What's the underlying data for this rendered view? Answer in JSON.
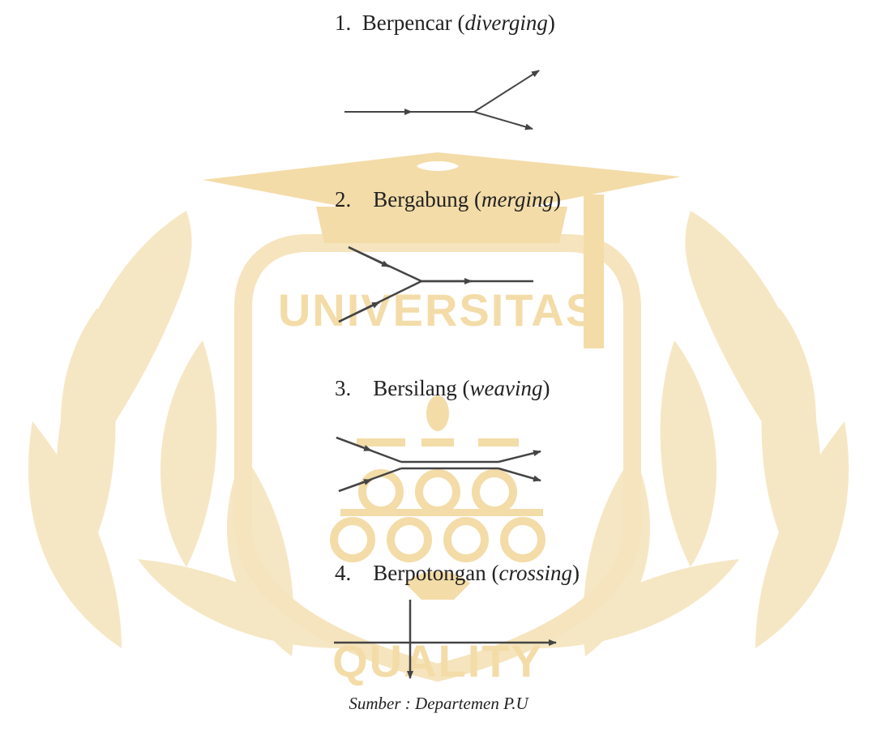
{
  "items": [
    {
      "number": "1.",
      "name": "Berpencar",
      "english": "diverging"
    },
    {
      "number": "2.",
      "name": "Bergabung",
      "english": "merging"
    },
    {
      "number": "3.",
      "name": "Bersilang",
      "english": "weaving"
    },
    {
      "number": "4.",
      "name": "Berpotongan",
      "english": "crossing"
    }
  ],
  "source": "Sumber : Departemen P.U",
  "watermark": {
    "top_text": "UNIVERSITAS",
    "bottom_text": "QUALITY",
    "color": "#f3dca8"
  },
  "colors": {
    "text": "#222222",
    "line": "#444444"
  }
}
